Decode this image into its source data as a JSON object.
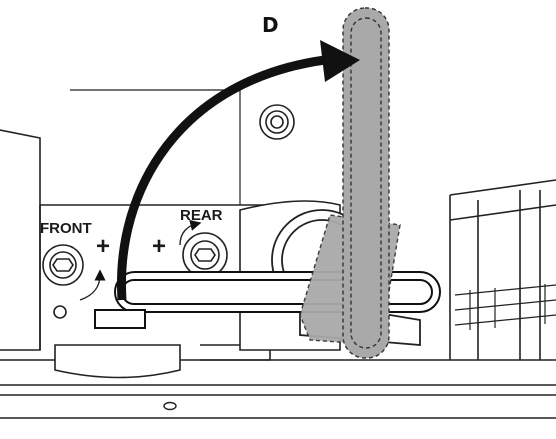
{
  "labels": {
    "step": "D",
    "front": "FRONT",
    "rear": "REAR",
    "plus_left": "+",
    "plus_right": "+"
  },
  "colors": {
    "line": "#222222",
    "panel": "#ffffff",
    "lever_fill": "#a9a9a9",
    "lever_ghost": "#bdbdbd",
    "arrow": "#111111"
  },
  "icons": {
    "front_screw": "hex-screw-icon",
    "rear_screw": "hex-screw-icon",
    "top_screw": "round-screw-icon",
    "rotate_arrow": "curved-arrow-icon"
  }
}
